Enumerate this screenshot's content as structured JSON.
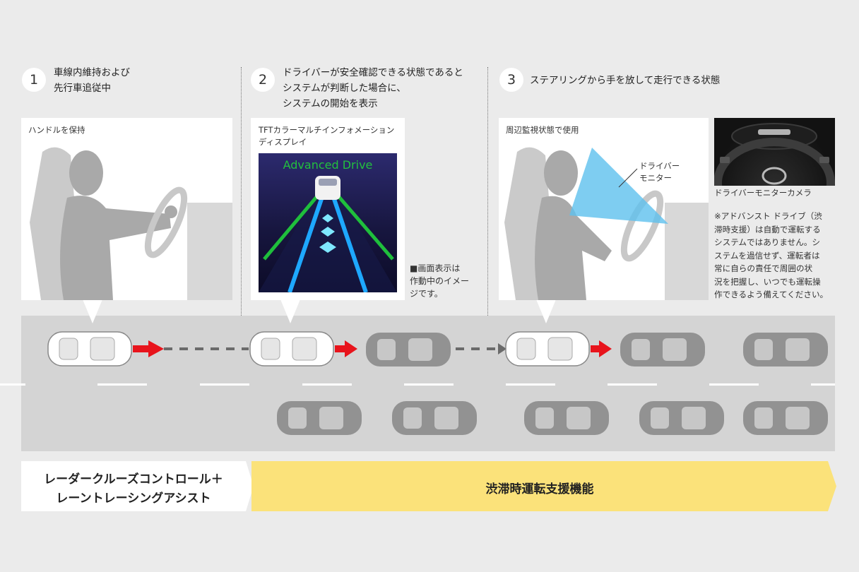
{
  "steps": [
    {
      "num": "1",
      "text": "車線内維持および\n先行車追従中"
    },
    {
      "num": "2",
      "text": "ドライバーが安全確認できる状態であると\nシステムが判断した場合に、\nシステムの開始を表示"
    },
    {
      "num": "3",
      "text": "ステアリングから手を放して走行できる状態"
    }
  ],
  "panels": {
    "p1_label": "ハンドルを保持",
    "p2_label": "TFTカラーマルチインフォメーション\nディスプレイ",
    "p2_screen_title": "Advanced Drive",
    "p2_note": "■画面表示は\n作動中のイメー\nジです。",
    "p3_label": "周辺監視状態で使用",
    "p3_monitor_label": "ドライバー\nモニター",
    "camera_label": "ドライバーモニターカメラ",
    "disclaimer": "※アドバンスト ドライブ（渋\n滞時支援）は自動で運転する\nシステムではありません。シ\nステムを過信せず、運転者は\n常に自らの責任で周囲の状\n況を把握し、いつでも運転操\n作できるよう備えてください。"
  },
  "bottom": {
    "left_line1": "レーダークルーズコントロール＋",
    "left_line2": "レーントレーシングアシスト",
    "right": "渋滞時運転支援機能"
  },
  "colors": {
    "background": "#ebebeb",
    "road": "#d4d4d4",
    "yellow_bar": "#fbe27a",
    "arrow_red": "#e8141c",
    "monitor_cone": "#5ec1ee",
    "screen_title": "#22c03e"
  }
}
